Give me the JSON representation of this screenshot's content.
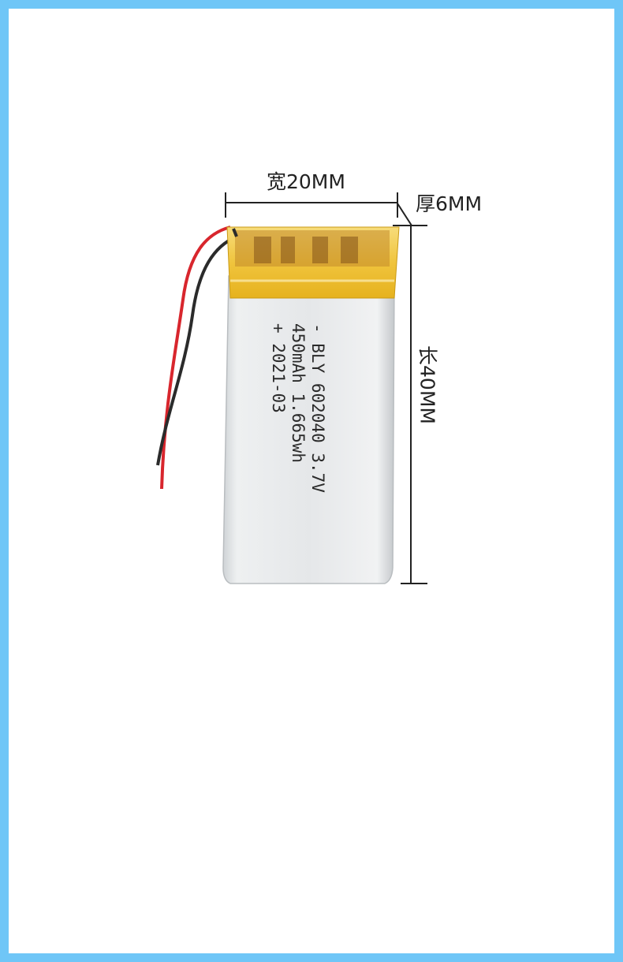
{
  "image": {
    "frame_color": "#6fc6f7",
    "background": "#ffffff"
  },
  "dimensions": {
    "width_label": "宽20MM",
    "thickness_label": "厚6MM",
    "length_label": "长40MM"
  },
  "battery": {
    "label_line1": "- BLY 602040 3.7V",
    "label_line2": "450mAh 1.665wh",
    "label_line3": "+ 2021-03",
    "tape_color": "#f2c23a",
    "body_color": "#e6e8ea",
    "wire_red": "#d8262d",
    "wire_black": "#2b2b2b"
  }
}
